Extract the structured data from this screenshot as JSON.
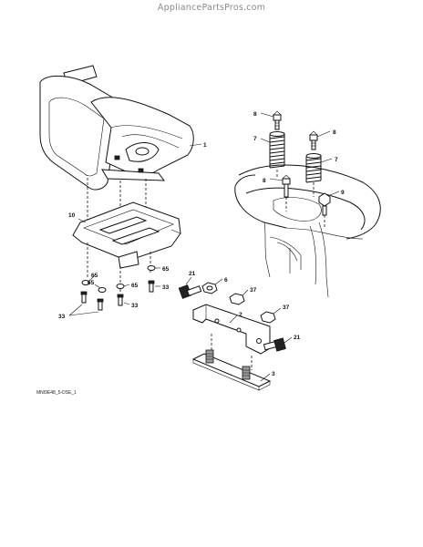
{
  "watermark": "AppliancePartsPros.com",
  "drawing_code": "MNI9E48_5-DSE_1",
  "callouts": {
    "seat": "1",
    "seat_pan": "10",
    "bolt_left_a": "65",
    "bolt_left_b": "65",
    "washer_center": "65",
    "screw_center": "33",
    "screw_right": "33",
    "screw_left": "33",
    "bolt_top_a": "8",
    "bolt_top_b": "8",
    "spring_a": "7",
    "spring_b": "7",
    "bolt_mid_a": "8",
    "bolt_mid_b": "9",
    "pivot_bolt": "21",
    "nut_top": "6",
    "nut_a": "37",
    "bracket": "2",
    "nut_b": "37",
    "pivot_bolt_right": "21",
    "plate": "3"
  }
}
